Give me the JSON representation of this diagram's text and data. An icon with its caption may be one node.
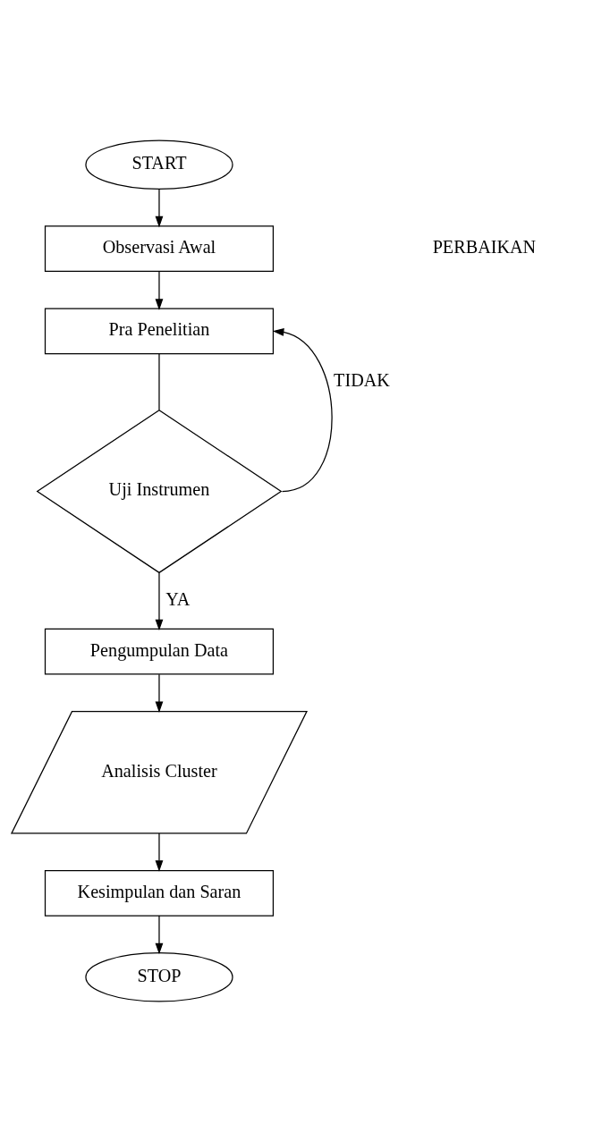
{
  "diagram": {
    "nodes": [
      {
        "text": [
          "START"
        ]
      },
      {
        "text": [
          "Observasi Awal"
        ]
      },
      {
        "text": [
          "Pra Penelitian"
        ]
      },
      {
        "text": [
          "Uji Instrumen"
        ]
      },
      {
        "text": [
          "Pengumpulan Data"
        ]
      },
      {
        "text": [
          "Analisis Cluster"
        ]
      },
      {
        "text": [
          "Kesimpulan dan Saran"
        ]
      },
      {
        "text": [
          "STOP"
        ]
      }
    ],
    "edges": [
      {
        "from": 0,
        "to": 1,
        "arrow": "to"
      },
      {
        "from": 1,
        "to": 2,
        "arrow": "to"
      },
      {
        "from": 2,
        "to": 3,
        "arrow": "none"
      },
      {
        "from": 3,
        "to": 2,
        "arrow": "to",
        "label": "TIDAK"
      },
      {
        "from": 3,
        "to": 4,
        "arrow": "to",
        "label": "YA"
      },
      {
        "from": 4,
        "to": 5,
        "arrow": "to"
      },
      {
        "from": 5,
        "to": 6,
        "arrow": "to"
      },
      {
        "from": 6,
        "to": 7,
        "arrow": "to"
      }
    ],
    "labels": [
      "PERBAIKAN"
    ]
  }
}
